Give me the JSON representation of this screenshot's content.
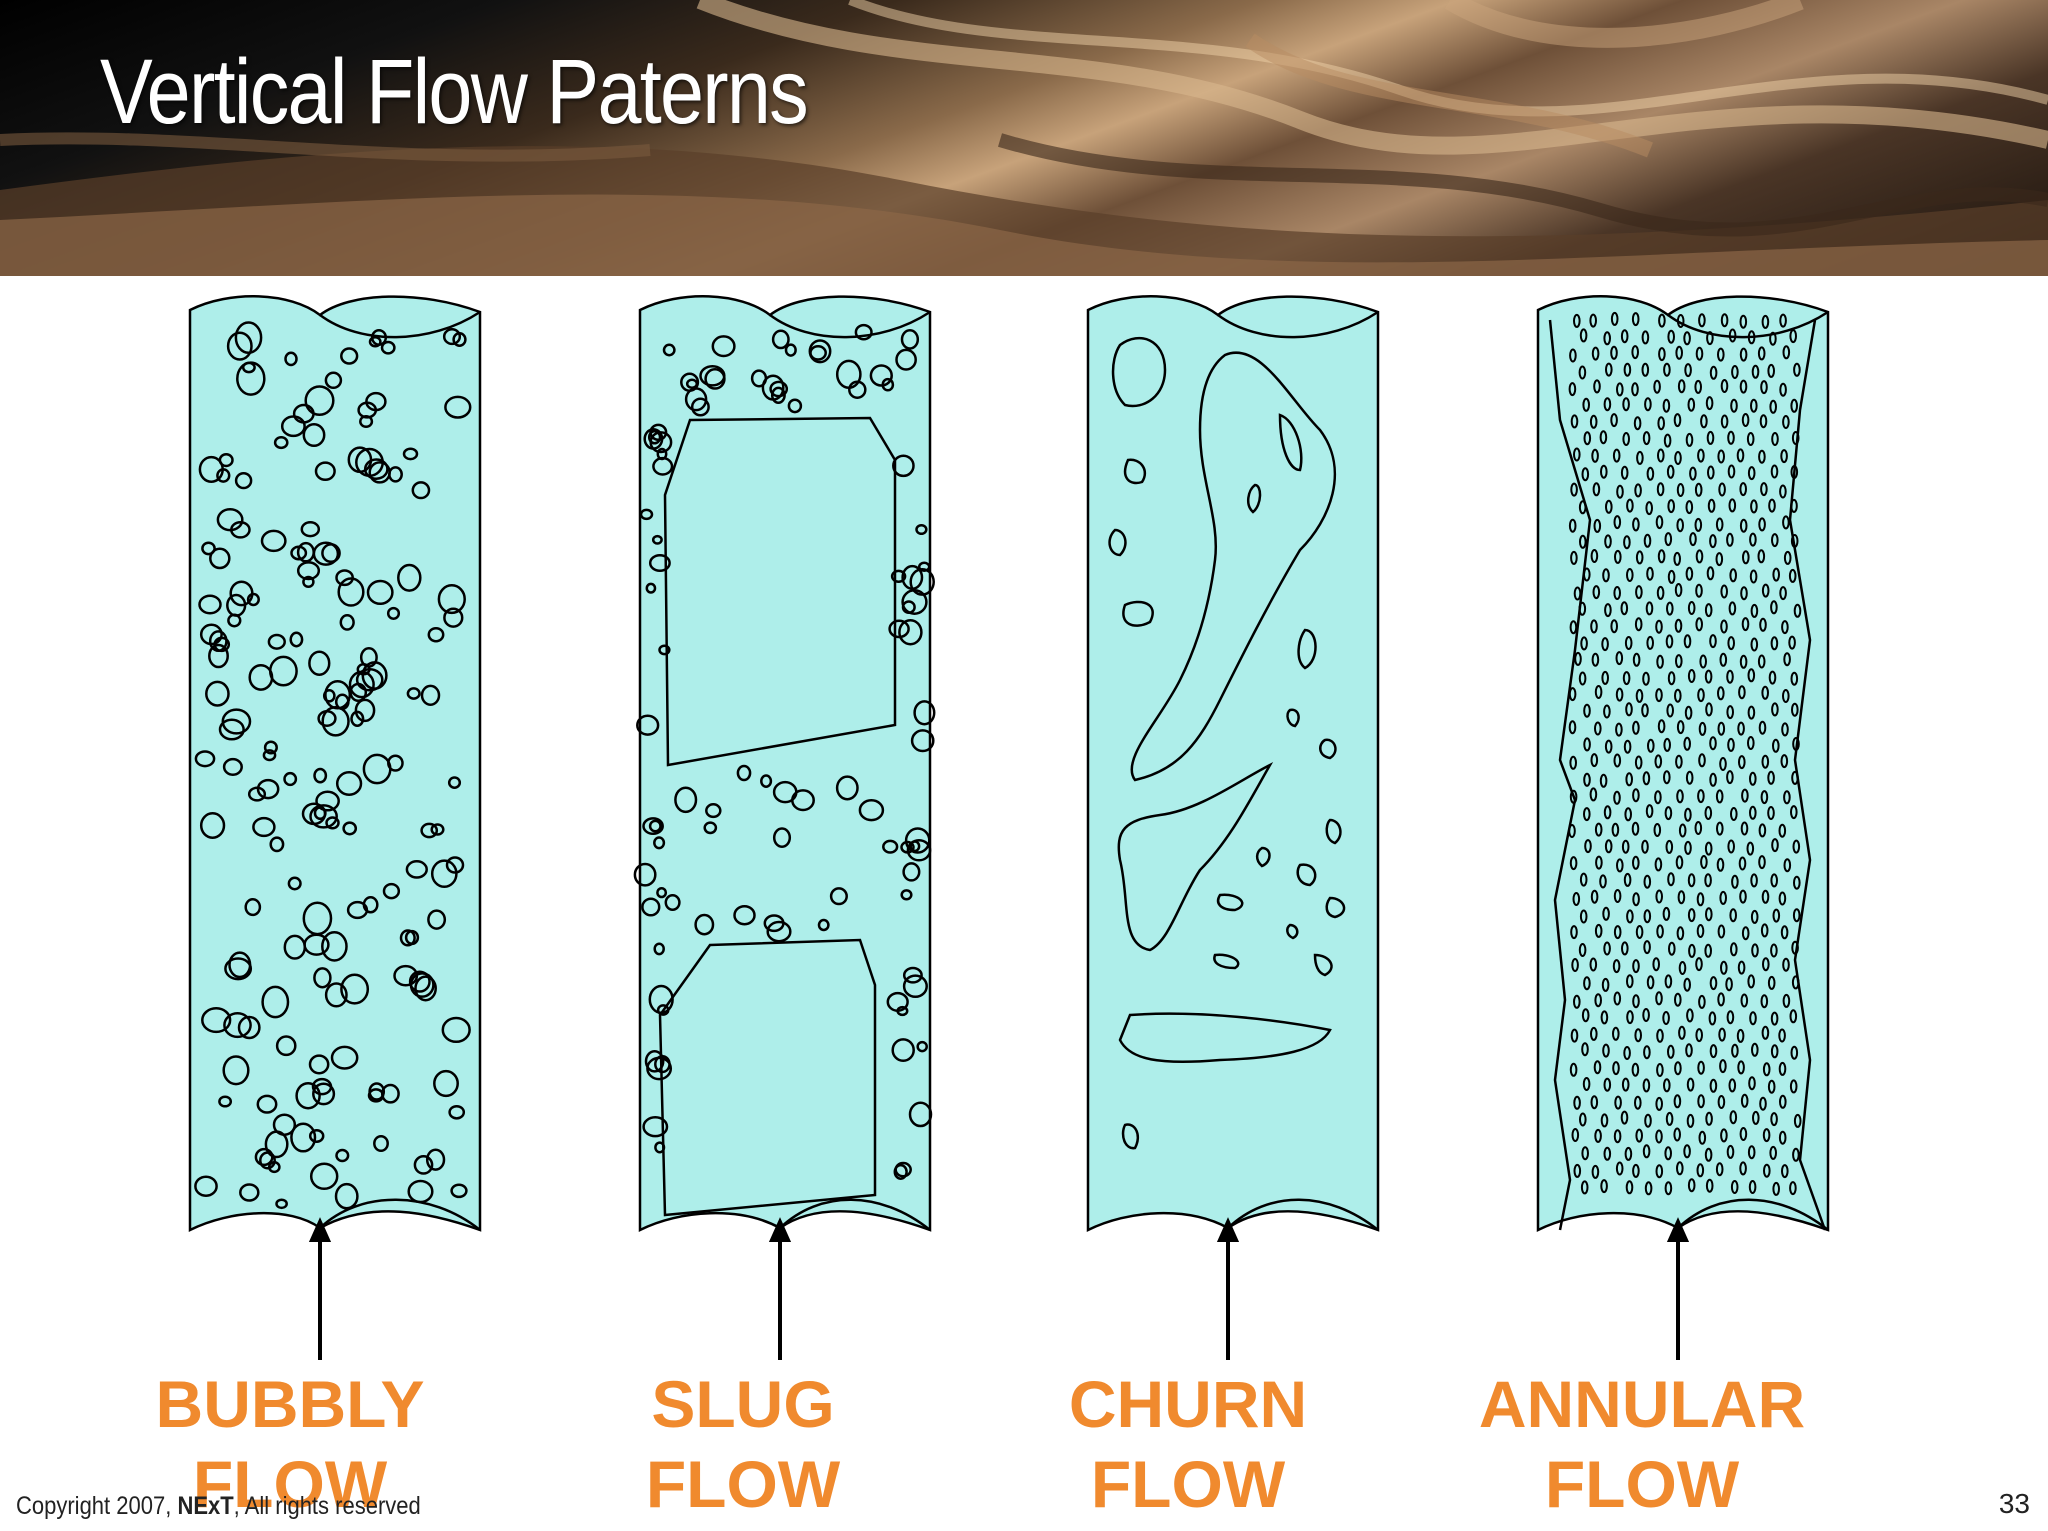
{
  "slide": {
    "title": "Vertical Flow Paterns",
    "page_number": "33"
  },
  "footer": {
    "copyright_prefix": "Copyright 2007, ",
    "brand": "NExT",
    "copyright_suffix": ", All rights reserved"
  },
  "patterns": [
    {
      "line1": "BUBBLY",
      "line2": "FLOW"
    },
    {
      "line1": "SLUG",
      "line2": "FLOW"
    },
    {
      "line1": "CHURN",
      "line2": "FLOW"
    },
    {
      "line1": "ANNULAR",
      "line2": "FLOW"
    }
  ],
  "colors": {
    "pipe_fill": "#aeeeea",
    "label": "#f08a2e",
    "outline": "#000000"
  }
}
